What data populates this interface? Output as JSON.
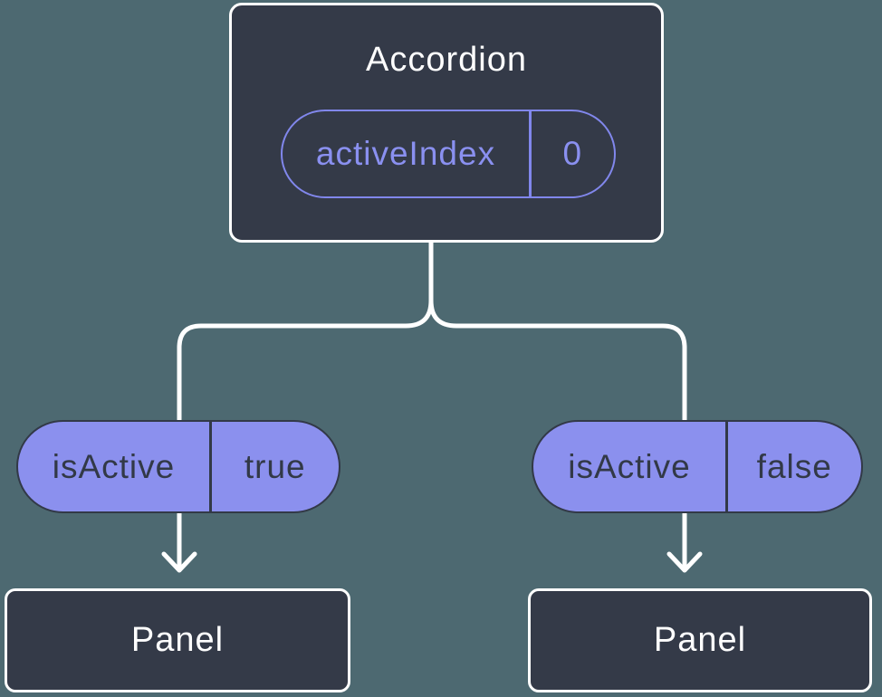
{
  "diagram": {
    "root": {
      "title": "Accordion",
      "state": {
        "name": "activeIndex",
        "value": "0"
      }
    },
    "branches": [
      {
        "prop": {
          "name": "isActive",
          "value": "true"
        },
        "child": {
          "title": "Panel"
        }
      },
      {
        "prop": {
          "name": "isActive",
          "value": "false"
        },
        "child": {
          "title": "Panel"
        }
      }
    ],
    "colors": {
      "background": "#4d6971",
      "node_fill": "#343a48",
      "node_border": "#ffffff",
      "accent_outline": "#8187ec",
      "accent_fill": "#8b90ee",
      "accent_text": "#8a90f0",
      "dark_text": "#323947",
      "connector": "#ffffff"
    }
  }
}
